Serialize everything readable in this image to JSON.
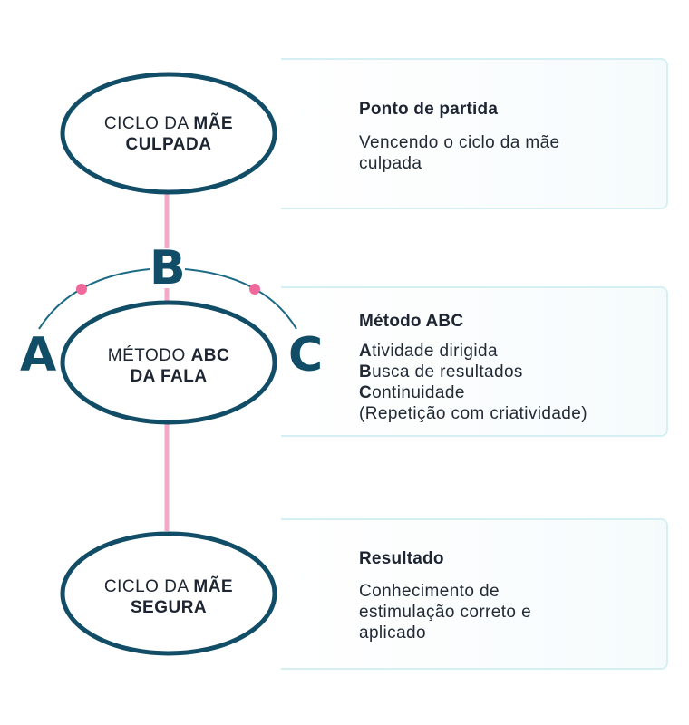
{
  "nodes": [
    {
      "light": "CICLO DA",
      "bold1": "MÃE",
      "bold2": "CULPADA"
    },
    {
      "light": "MÉTODO",
      "bold1": "ABC",
      "bold2": "DA FALA"
    },
    {
      "light": "CICLO DA",
      "bold1": "MÃE",
      "bold2": "SEGURA"
    }
  ],
  "letters": {
    "a": "A",
    "b": "B",
    "c": "C"
  },
  "cards": [
    {
      "title": "Ponto de partida",
      "lines": [
        "Vencendo o ciclo da mãe",
        "culpada"
      ]
    },
    {
      "title": "Método ABC",
      "items": [
        {
          "initial": "A",
          "rest": "tividade dirigida"
        },
        {
          "initial": "B",
          "rest": "usca de resultados"
        },
        {
          "initial": "C",
          "rest": "ontinuidade"
        }
      ],
      "note": "(Repetição com criatividade)"
    },
    {
      "title": "Resultado",
      "lines": [
        "Conhecimento de",
        "estimulação correto e",
        "aplicado"
      ]
    }
  ],
  "colors": {
    "ellipse_stroke": "#114d66",
    "connector": "#f7a8c8",
    "dot": "#f0699b",
    "arc": "#1d6a85",
    "card_border": "#d6eff3"
  }
}
